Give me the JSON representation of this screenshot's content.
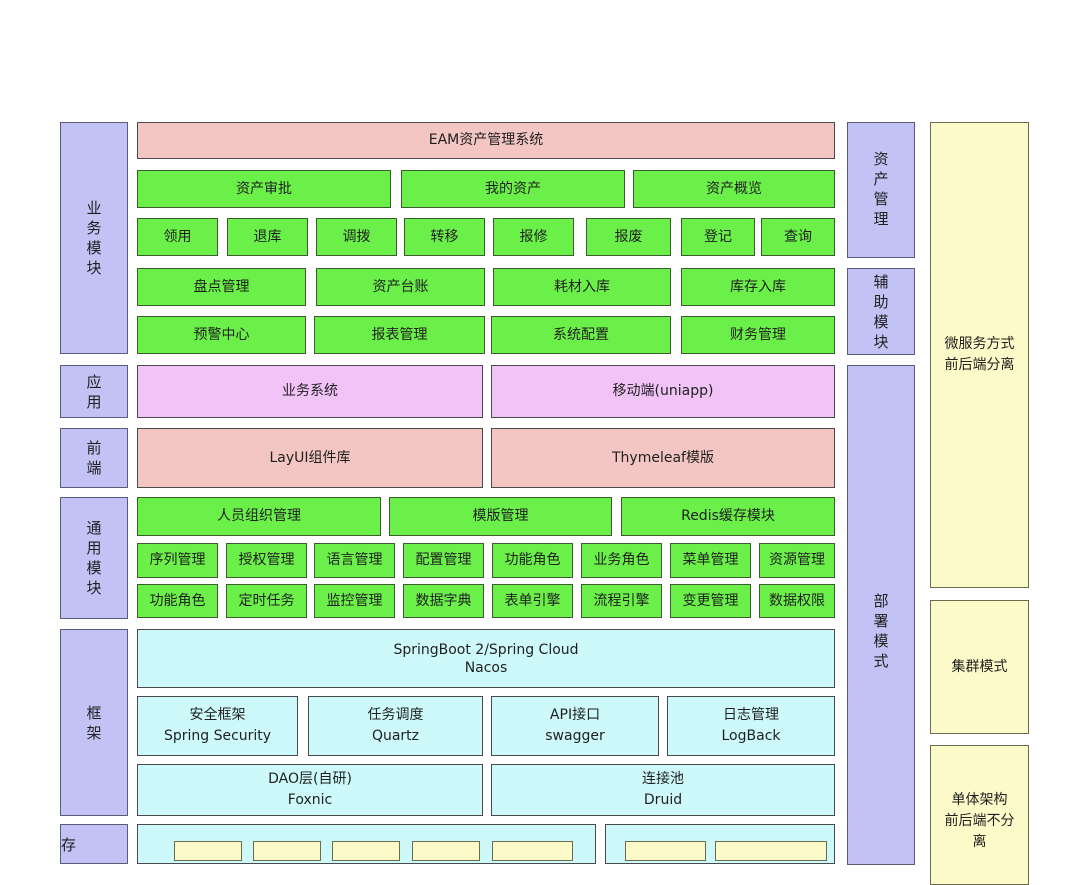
{
  "title": "EAM资产管理系统",
  "left_labels": {
    "business": "业\n务\n模\n块",
    "application": "应\n用",
    "frontend": "前\n端",
    "common": "通\n用\n模\n块",
    "framework": "框\n架",
    "storage": "存"
  },
  "business": {
    "row1": [
      "资产审批",
      "我的资产",
      "资产概览"
    ],
    "row2": [
      "领用",
      "退库",
      "调拨",
      "转移",
      "报修",
      "报废",
      "登记",
      "查询"
    ],
    "row3": [
      "盘点管理",
      "资产台账",
      "耗材入库",
      "库存入库"
    ],
    "row4": [
      "预警中心",
      "报表管理",
      "系统配置",
      "财务管理"
    ]
  },
  "application": [
    "业务系统",
    "移动端(uniapp)"
  ],
  "frontend": [
    "LayUI组件库",
    "Thymeleaf模版"
  ],
  "common": {
    "row1": [
      "人员组织管理",
      "模版管理",
      "Redis缓存模块"
    ],
    "row2": [
      "序列管理",
      "授权管理",
      "语言管理",
      "配置管理",
      "功能角色",
      "业务角色",
      "菜单管理",
      "资源管理"
    ],
    "row3": [
      "功能角色",
      "定时任务",
      "监控管理",
      "数据字典",
      "表单引擎",
      "流程引擎",
      "变更管理",
      "数据权限"
    ]
  },
  "framework": {
    "core": "SpringBoot 2/Spring Cloud\nNacos",
    "row2": [
      {
        "cn": "安全框架",
        "en": "Spring Security"
      },
      {
        "cn": "任务调度",
        "en": "Quartz"
      },
      {
        "cn": "API接口",
        "en": "swagger"
      },
      {
        "cn": "日志管理",
        "en": "LogBack"
      }
    ],
    "row3": [
      {
        "cn": "DAO层(自研)",
        "en": "Foxnic"
      },
      {
        "cn": "连接池",
        "en": "Druid"
      }
    ]
  },
  "right_labels": {
    "asset_mgmt": "资\n产\n管\n理",
    "auxiliary": "辅\n助\n模\n块",
    "deployment": "部\n署\n模\n式"
  },
  "deploy_modes": {
    "microservice": "微服务方式\n前后端分离",
    "cluster": "集群模式",
    "monolith": "单体架构\n前后端不分\n离"
  },
  "colors": {
    "label": "#c3c2f5",
    "title": "#f3c6c3",
    "module": "#6bf04a",
    "application": "#f2c3f7",
    "framework": "#cdf9fb",
    "deploy": "#fdfac9"
  }
}
